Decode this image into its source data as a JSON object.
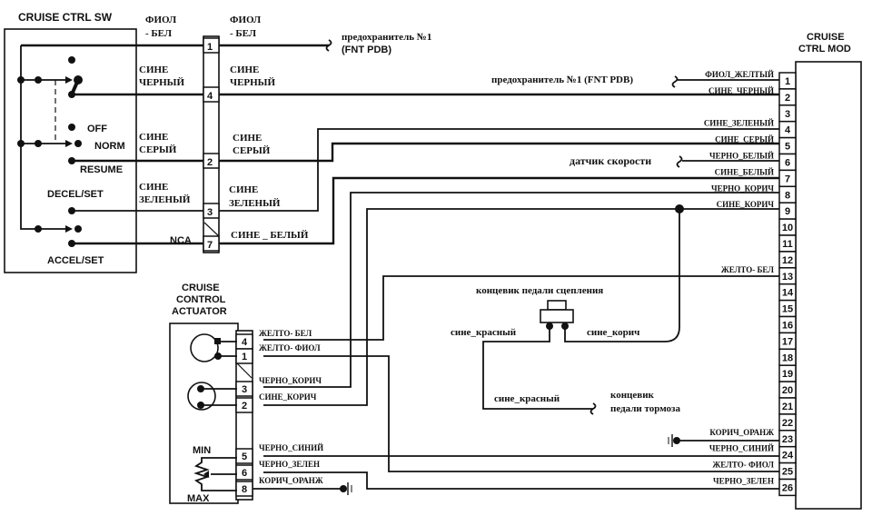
{
  "colors": {
    "line": "#111111",
    "background": "#ffffff"
  },
  "switch": {
    "title": "CRUISE CTRL SW",
    "positions": [
      "OFF",
      "NORM",
      "RESUME",
      "DECEL/SET",
      "ACCEL/SET"
    ],
    "nca": "NCA"
  },
  "connector_left": {
    "pins": [
      "1",
      "4",
      "2",
      "3",
      "7"
    ],
    "wires_left": [
      {
        "pin": "1",
        "l1": "ФИОЛ",
        "l2": "- БЕЛ"
      },
      {
        "pin": "4",
        "l1": "СИНЕ",
        "l2": "ЧЕРНЫЙ"
      },
      {
        "pin": "2",
        "l1": "СИНЕ",
        "l2": "СЕРЫЙ"
      },
      {
        "pin": "3",
        "l1": "СИНЕ",
        "l2": "ЗЕЛЕНЫЙ"
      }
    ],
    "wires_right": [
      {
        "pin": "1",
        "l1": "ФИОЛ",
        "l2": "- БЕЛ"
      },
      {
        "pin": "4",
        "l1": "СИНЕ",
        "l2": "ЧЕРНЫЙ"
      },
      {
        "pin": "2",
        "l1": "СИНЕ",
        "l2": "СЕРЫЙ"
      },
      {
        "pin": "3",
        "l1": "СИНЕ",
        "l2": "ЗЕЛЕНЫЙ"
      },
      {
        "pin": "7",
        "l1": "СИНЕ _ БЕЛЫЙ",
        "l2": ""
      }
    ]
  },
  "fuse_top": {
    "line1": "предохранитель №1",
    "line2": "(FNT PDB)"
  },
  "fuse_module": "предохранитель №1 (FNT PDB)",
  "speed_sensor": "датчик скорости",
  "module": {
    "title_line1": "CRUISE",
    "title_line2": "CTRL MOD",
    "pins": [
      "1",
      "2",
      "3",
      "4",
      "5",
      "6",
      "7",
      "8",
      "9",
      "10",
      "11",
      "12",
      "13",
      "14",
      "15",
      "16",
      "17",
      "18",
      "19",
      "20",
      "21",
      "22",
      "23",
      "24",
      "25",
      "26"
    ],
    "wire_labels": [
      {
        "pin": "1",
        "label": "ФИОЛ_ЖЕЛТЫЙ"
      },
      {
        "pin": "2",
        "label": "СИНЕ_ЧЕРНЫЙ"
      },
      {
        "pin": "4",
        "label": "СИНЕ_ЗЕЛЕНЫЙ"
      },
      {
        "pin": "5",
        "label": "СИНЕ_СЕРЫЙ"
      },
      {
        "pin": "6",
        "label": "ЧЕРНО_БЕЛЫЙ"
      },
      {
        "pin": "7",
        "label": "СИНЕ_БЕЛЫЙ"
      },
      {
        "pin": "8",
        "label": "ЧЕРНО_КОРИЧ"
      },
      {
        "pin": "9",
        "label": "СИНЕ_КОРИЧ"
      },
      {
        "pin": "13",
        "label": "ЖЕЛТО- БЕЛ"
      },
      {
        "pin": "23",
        "label": "КОРИЧ_ОРАНЖ"
      },
      {
        "pin": "24",
        "label": "ЧЕРНО_СИНИЙ"
      },
      {
        "pin": "25",
        "label": "ЖЕЛТО- ФИОЛ"
      },
      {
        "pin": "26",
        "label": "ЧЕРНО_ЗЕЛЕН"
      }
    ]
  },
  "actuator": {
    "title_line1": "CRUISE",
    "title_line2": "CONTROL",
    "title_line3": "ACTUATOR",
    "pins": [
      "4",
      "1",
      "3",
      "2",
      "5",
      "6",
      "8"
    ],
    "wire_labels": [
      {
        "pin": "4",
        "label": "ЖЕЛТО- БЕЛ"
      },
      {
        "pin": "1",
        "label": "ЖЕЛТО- ФИОЛ"
      },
      {
        "pin": "3",
        "label": "ЧЕРНО_КОРИЧ"
      },
      {
        "pin": "2",
        "label": "СИНЕ_КОРИЧ"
      },
      {
        "pin": "5",
        "label": "ЧЕРНО_СИНИЙ"
      },
      {
        "pin": "6",
        "label": "ЧЕРНО_ЗЕЛЕН"
      },
      {
        "pin": "8",
        "label": "КОРИЧ_ОРАНЖ"
      }
    ],
    "min_label": "MIN",
    "max_label": "MAX"
  },
  "clutch_switch": {
    "title": "концевик педали сцепления",
    "left_wire": "сине_красный",
    "right_wire": "сине_корич"
  },
  "brake_switch": {
    "wire": "сине_красный",
    "line1": "концевик",
    "line2": "педали тормоза"
  }
}
